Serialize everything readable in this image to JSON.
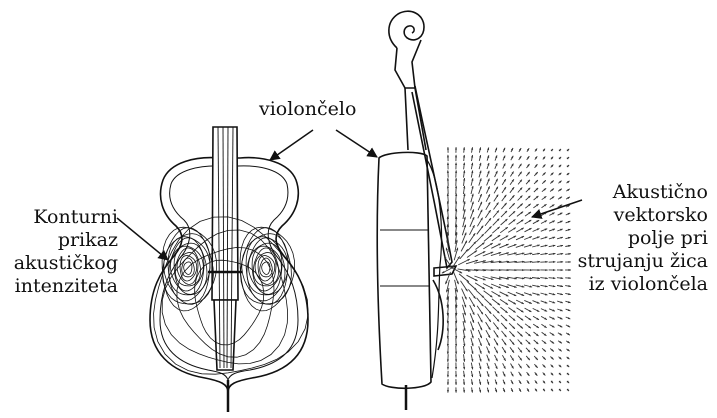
{
  "labels": {
    "top": "violončelo",
    "left": [
      "Konturni",
      "prikaz",
      "akustičkog",
      "intenziteta"
    ],
    "right": [
      "Akustično",
      "vektorsko",
      "polje pri",
      "strujanju žica",
      "iz violončela"
    ]
  }
}
